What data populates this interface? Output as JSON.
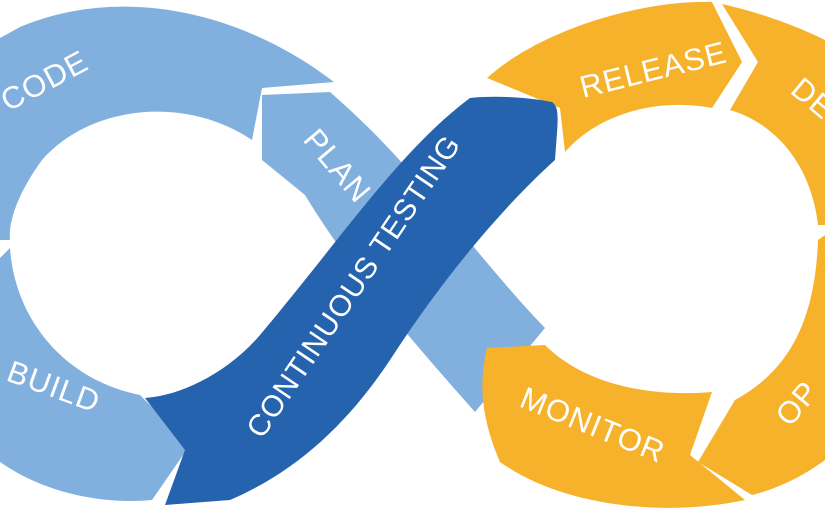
{
  "diagram": {
    "labels": {
      "code": "CODE",
      "build": "BUILD",
      "plan": "PLAN",
      "continuous_testing": "CONTINUOUS TESTING",
      "release": "RELEASE",
      "deploy_partial": "DE",
      "operate_partial": "OP",
      "monitor": "MONITOR"
    },
    "colors": {
      "left_loop": "#82b0de",
      "center_band": "#2563ae",
      "right_loop": "#f7b22c",
      "background": "#ffffff",
      "label_text": "#ffffff"
    }
  }
}
